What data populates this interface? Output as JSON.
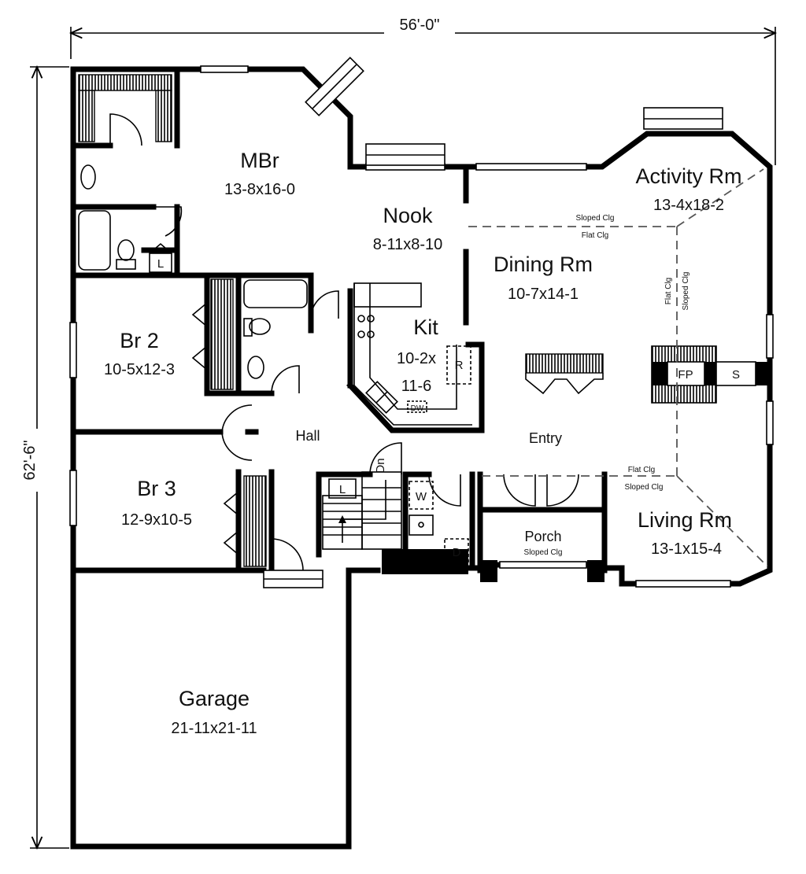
{
  "dimensions": {
    "width": "56'-0\"",
    "depth": "62'-6\""
  },
  "rooms": {
    "mbr": {
      "name": "MBr",
      "size": "13-8x16-0"
    },
    "nook": {
      "name": "Nook",
      "size": "8-11x8-10"
    },
    "dining": {
      "name": "Dining Rm",
      "size": "10-7x14-1"
    },
    "activity": {
      "name": "Activity Rm",
      "size": "13-4x18-2"
    },
    "kit": {
      "name": "Kit",
      "size_line1": "10-2x",
      "size_line2": "11-6"
    },
    "br2": {
      "name": "Br 2",
      "size": "10-5x12-3"
    },
    "br3": {
      "name": "Br 3",
      "size": "12-9x10-5"
    },
    "hall": {
      "name": "Hall"
    },
    "entry": {
      "name": "Entry"
    },
    "living": {
      "name": "Living Rm",
      "size": "13-1x15-4"
    },
    "porch": {
      "name": "Porch",
      "note": "Sloped Clg"
    },
    "garage": {
      "name": "Garage",
      "size": "21-11x21-11"
    }
  },
  "fixtures": {
    "linen": "L",
    "linen2": "L",
    "refrigerator": "R",
    "dishwasher": "DW",
    "fireplace": "FP",
    "storage": "S",
    "washer": "W",
    "dryer": "D",
    "stairs_down": "Dn"
  },
  "ceiling_notes": {
    "sloped": "Sloped Clg",
    "flat": "Flat Clg"
  }
}
